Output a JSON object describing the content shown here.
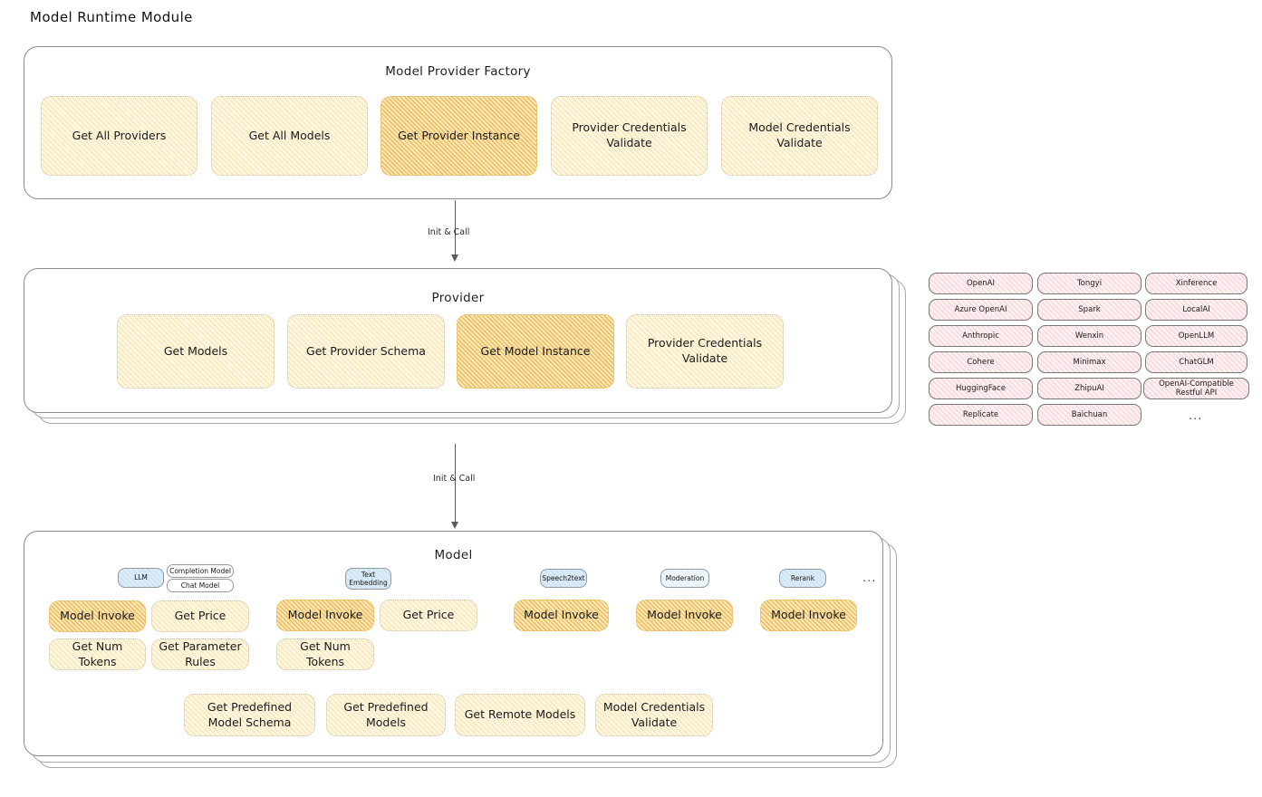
{
  "page": {
    "title": "Model Runtime Module"
  },
  "colors": {
    "hatch_yellow": "#f7d682",
    "hatch_yellow_strong": "#ebb03e",
    "pill_pink": "#eeaaaf",
    "badge_blue": "#b4d4ea",
    "stroke": "#8a8a8a"
  },
  "factory": {
    "title": "Model Provider Factory",
    "methods": [
      {
        "label": "Get All Providers",
        "highlight": false
      },
      {
        "label": "Get All Models",
        "highlight": false
      },
      {
        "label": "Get Provider Instance",
        "highlight": true
      },
      {
        "label": "Provider Credentials Validate",
        "highlight": false
      },
      {
        "label": "Model Credentials Validate",
        "highlight": false
      }
    ]
  },
  "arrows": [
    {
      "label": "Init & Call"
    },
    {
      "label": "Init & Call"
    }
  ],
  "provider": {
    "title": "Provider",
    "methods": [
      {
        "label": "Get Models",
        "highlight": false
      },
      {
        "label": "Get Provider Schema",
        "highlight": false
      },
      {
        "label": "Get Model Instance",
        "highlight": true
      },
      {
        "label": "Provider Credentials Validate",
        "highlight": false
      }
    ]
  },
  "provider_list": {
    "ellipsis": "...",
    "columns": [
      {
        "items": [
          "OpenAI",
          "Azure OpenAI",
          "Anthropic",
          "Cohere",
          "HuggingFace",
          "Replicate"
        ]
      },
      {
        "items": [
          "Tongyi",
          "Spark",
          "Wenxin",
          "Minimax",
          "ZhipuAI",
          "Baichuan"
        ]
      },
      {
        "items": [
          "Xinference",
          "LocalAI",
          "OpenLLM",
          "ChatGLM",
          "OpenAI-Compatible Restful API"
        ]
      }
    ]
  },
  "model": {
    "title": "Model",
    "more": "...",
    "types": [
      {
        "badge": "LLM",
        "badge_style": "blue",
        "subtags": [
          "Completion Model",
          "Chat Model"
        ],
        "methods": [
          {
            "label": "Model Invoke",
            "highlight": true
          },
          {
            "label": "Get Price",
            "highlight": false
          },
          {
            "label": "Get Num Tokens",
            "highlight": false
          },
          {
            "label": "Get Parameter Rules",
            "highlight": false
          }
        ]
      },
      {
        "badge": "Text Embedding",
        "badge_style": "blue",
        "subtags": [],
        "methods": [
          {
            "label": "Model Invoke",
            "highlight": true
          },
          {
            "label": "Get Price",
            "highlight": false
          },
          {
            "label": "Get Num Tokens",
            "highlight": false
          }
        ]
      },
      {
        "badge": "Speech2text",
        "badge_style": "blue",
        "subtags": [],
        "methods": [
          {
            "label": "Model Invoke",
            "highlight": true
          }
        ]
      },
      {
        "badge": "Moderation",
        "badge_style": "plain",
        "subtags": [],
        "methods": [
          {
            "label": "Model Invoke",
            "highlight": true
          }
        ]
      },
      {
        "badge": "Rerank",
        "badge_style": "blue",
        "subtags": [],
        "methods": [
          {
            "label": "Model Invoke",
            "highlight": true
          }
        ]
      }
    ],
    "shared_methods": [
      {
        "label": "Get Predefined Model Schema",
        "highlight": false
      },
      {
        "label": "Get Predefined Models",
        "highlight": false
      },
      {
        "label": "Get Remote Models",
        "highlight": false
      },
      {
        "label": "Model Credentials Validate",
        "highlight": false
      }
    ]
  }
}
